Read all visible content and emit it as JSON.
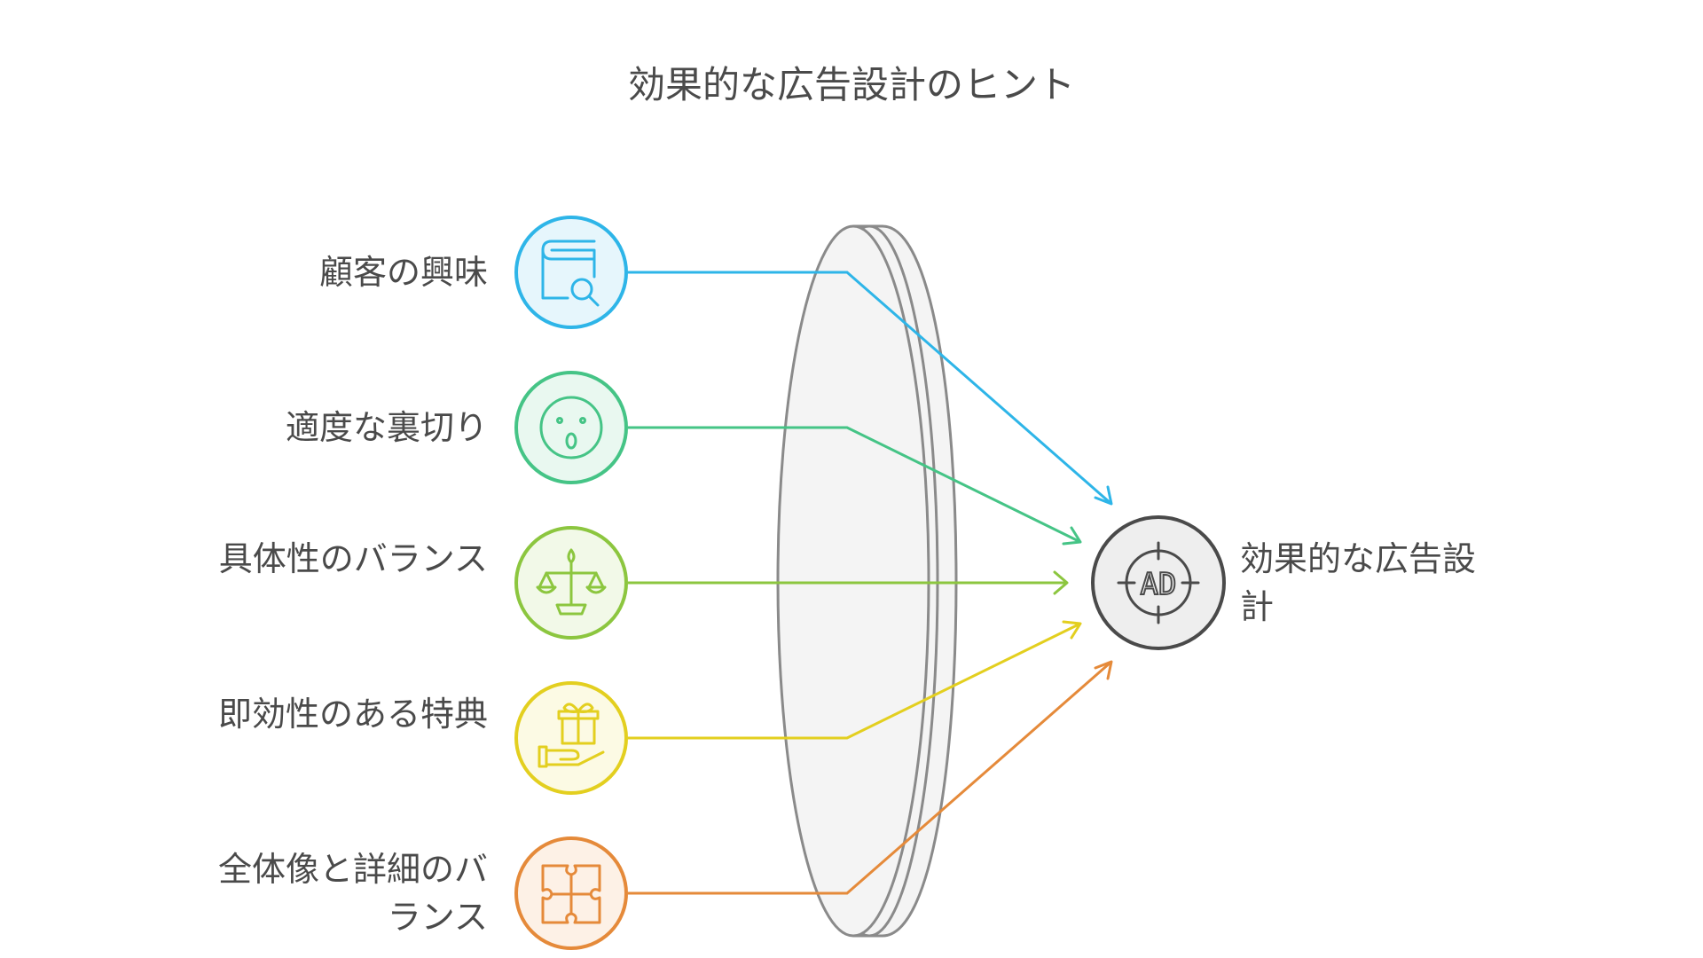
{
  "title": "効果的な広告設計のヒント",
  "inputs": [
    {
      "label": "顧客の興味",
      "icon": "book-search-icon",
      "color": "#2eb5e8",
      "fill": "#e6f6fc"
    },
    {
      "label": "適度な裏切り",
      "icon": "surprised-face-icon",
      "color": "#45c486",
      "fill": "#e9f8f0"
    },
    {
      "label": "具体性のバランス",
      "icon": "balance-scale-icon",
      "color": "#8cc63f",
      "fill": "#f2f9e8"
    },
    {
      "label": "即効性のある特典",
      "icon": "gift-hand-icon",
      "color": "#e3cf1f",
      "fill": "#fcfae4"
    },
    {
      "label": "全体像と詳細のバランス",
      "icon": "puzzle-icon",
      "color": "#e58a3a",
      "fill": "#fdf1e6"
    }
  ],
  "output": {
    "label": "効果的な広告設計",
    "icon": "ad-target-icon",
    "icon_text": "AD",
    "color": "#4a4a4a",
    "fill": "#eeeeee"
  },
  "lens": {
    "color": "#8a8a8a",
    "fill": "#f4f4f4"
  }
}
